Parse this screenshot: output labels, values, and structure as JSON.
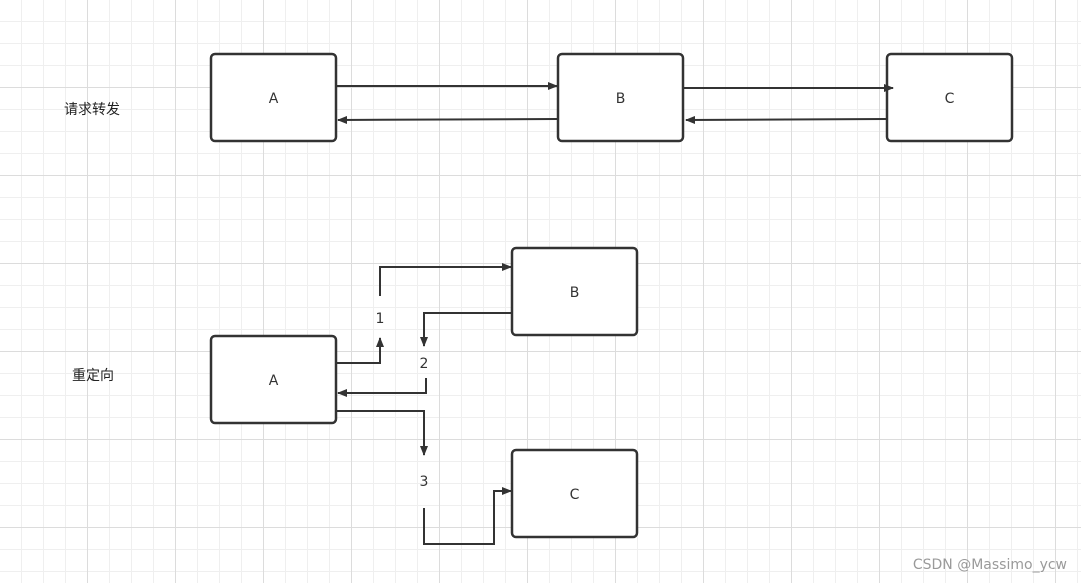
{
  "diagram": {
    "section_forward": "请求转发",
    "section_redirect": "重定向",
    "forward_boxes": {
      "a": "A",
      "b": "B",
      "c": "C"
    },
    "redirect_boxes": {
      "a": "A",
      "b": "B",
      "c": "C"
    },
    "steps": {
      "s1": "1",
      "s2": "2",
      "s3": "3"
    },
    "colors": {
      "stroke": "#333333",
      "box_fill": "#ffffff",
      "grid": "#dcdcdc"
    }
  },
  "watermark": "CSDN @Massimo_ycw"
}
